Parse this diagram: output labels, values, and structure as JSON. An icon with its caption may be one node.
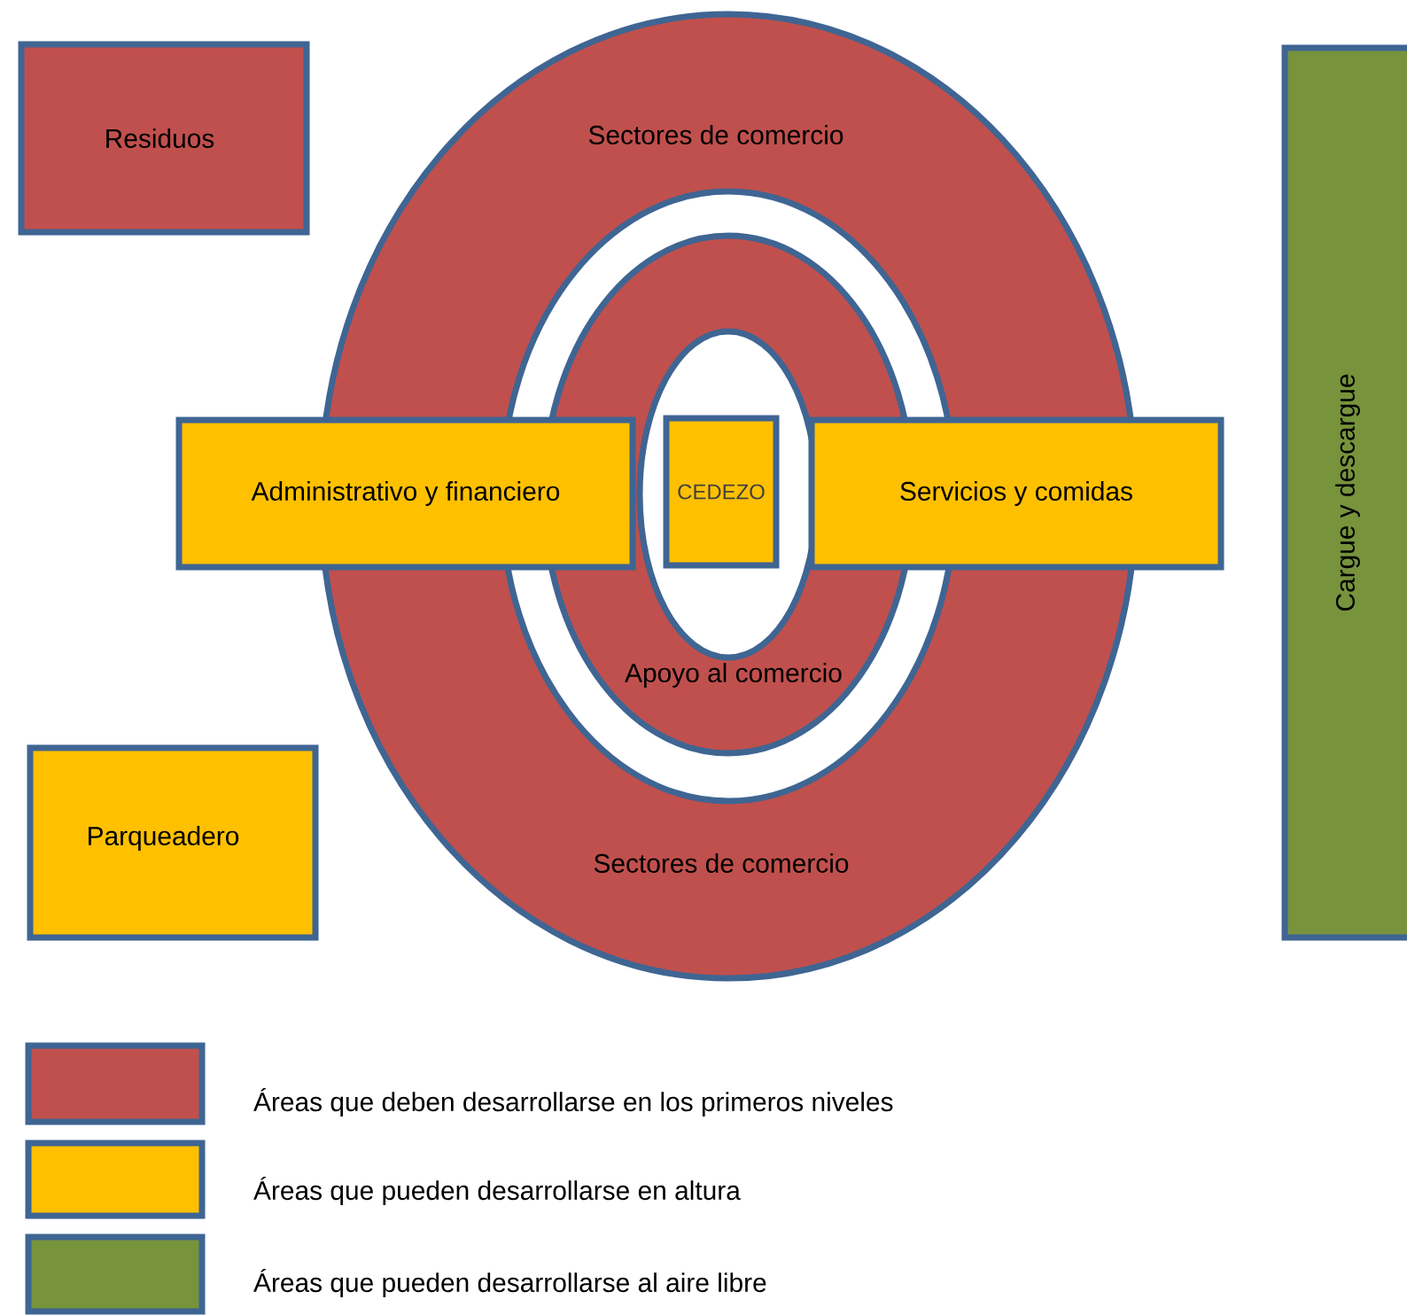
{
  "diagram": {
    "nodes": [
      {
        "text": [
          "Residuos"
        ]
      },
      {
        "text": [
          "Sectores de comercio",
          "Sectores de comercio"
        ]
      },
      {
        "text": [
          "Apoyo al comercio"
        ],
        "in": 1
      },
      {
        "text": [
          "Administrativo y financiero"
        ]
      },
      {
        "text": [
          "CEDEZO"
        ],
        "in": 2
      },
      {
        "text": [
          "Servicios y comidas"
        ]
      },
      {
        "text": [
          "Parqueadero"
        ]
      },
      {
        "text": [
          "Cargue y descargue"
        ]
      }
    ],
    "legend": [
      {
        "text": "Áreas que deben desarrollarse en los primeros niveles",
        "color": "#c0504d"
      },
      {
        "text": "Áreas que pueden desarrollarse en altura",
        "color": "#ffc000"
      },
      {
        "text": "Áreas que pueden desarrollarse al aire libre",
        "color": "#77933c"
      }
    ]
  }
}
